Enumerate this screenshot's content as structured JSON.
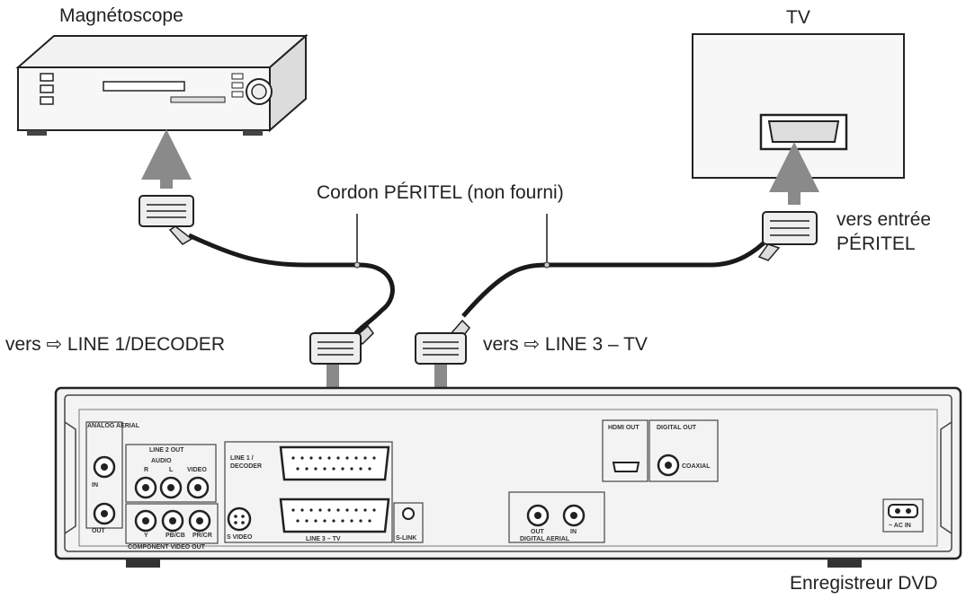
{
  "labels": {
    "vcr": "Magnétoscope",
    "tv": "TV",
    "cable": "Cordon PÉRITEL (non fourni)",
    "tv_input_line1": "vers entrée",
    "tv_input_line2": "PÉRITEL",
    "to_line1": "vers ⇨ LINE 1/DECODER",
    "to_line3": "vers ⇨ LINE 3 – TV",
    "recorder": "Enregistreur DVD"
  },
  "panel": {
    "analog_aerial": "ANALOG AERIAL",
    "analog_in": "IN",
    "analog_out": "OUT",
    "line2_out": "LINE 2 OUT",
    "audio": "AUDIO",
    "audio_r": "R",
    "audio_l": "L",
    "video": "VIDEO",
    "component_video_out": "COMPONENT VIDEO OUT",
    "y": "Y",
    "pb_cb": "PB/CB",
    "pr_cr": "PR/CR",
    "s_video": "S VIDEO",
    "line1_decoder_1": "LINE 1 /",
    "line1_decoder_2": "DECODER",
    "line3_tv": "LINE 3 – TV",
    "s_link": "S-LINK",
    "hdmi_out": "HDMI OUT",
    "digital_out": "DIGITAL OUT",
    "coaxial": "COAXIAL",
    "digital_aerial": "DIGITAL AERIAL",
    "digital_out_jack": "OUT",
    "digital_in_jack": "IN",
    "ac_in": "~ AC IN"
  }
}
